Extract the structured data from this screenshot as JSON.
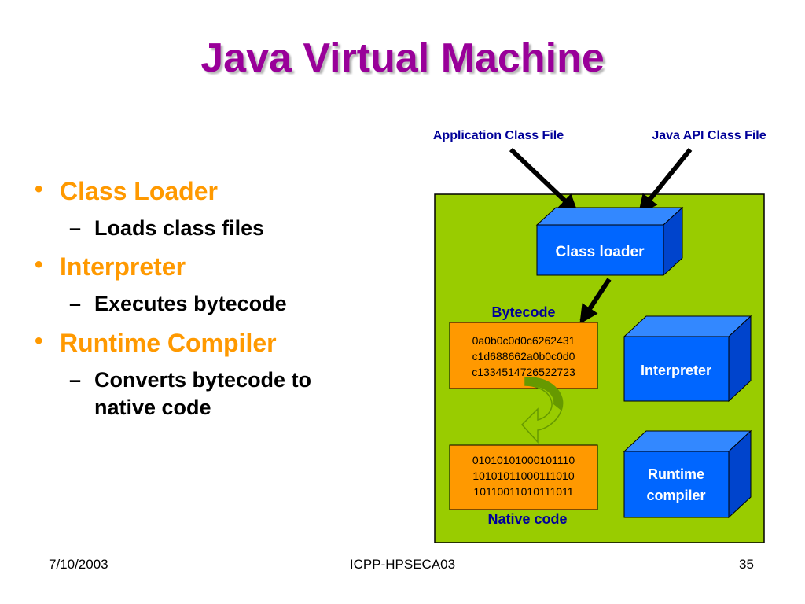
{
  "slide": {
    "title": "Java Virtual Machine",
    "bullets": [
      {
        "label": "Class Loader",
        "sub": [
          "Loads class files"
        ]
      },
      {
        "label": "Interpreter",
        "sub": [
          "Executes bytecode"
        ]
      },
      {
        "label": "Runtime Compiler",
        "sub": [
          "Converts bytecode to",
          "native code"
        ]
      }
    ],
    "bullet_glyph": "•",
    "dash_glyph": "–"
  },
  "diagram": {
    "inputs": [
      "Application Class File",
      "Java API Class File"
    ],
    "class_loader": "Class loader",
    "bytecode_label": "Bytecode",
    "bytecode_lines": [
      "0a0b0c0d0c6262431",
      "c1d688662a0b0c0d0",
      "c1334514726522723"
    ],
    "interpreter": "Interpreter",
    "native_lines": [
      "01010101000101110",
      "10101011000111010",
      "10110011010111011"
    ],
    "native_label": "Native code",
    "runtime_compiler": [
      "Runtime",
      "compiler"
    ]
  },
  "colors": {
    "title": "#990099",
    "bullet": "#ff9900",
    "panel": "#99cc00",
    "box_blue": "#0066ff",
    "box_orange": "#ff9900",
    "text_blue": "#000099",
    "arrow_green": "#669900"
  },
  "footer": {
    "date": "7/10/2003",
    "center": "ICPP-HPSECA03",
    "page": "35"
  }
}
